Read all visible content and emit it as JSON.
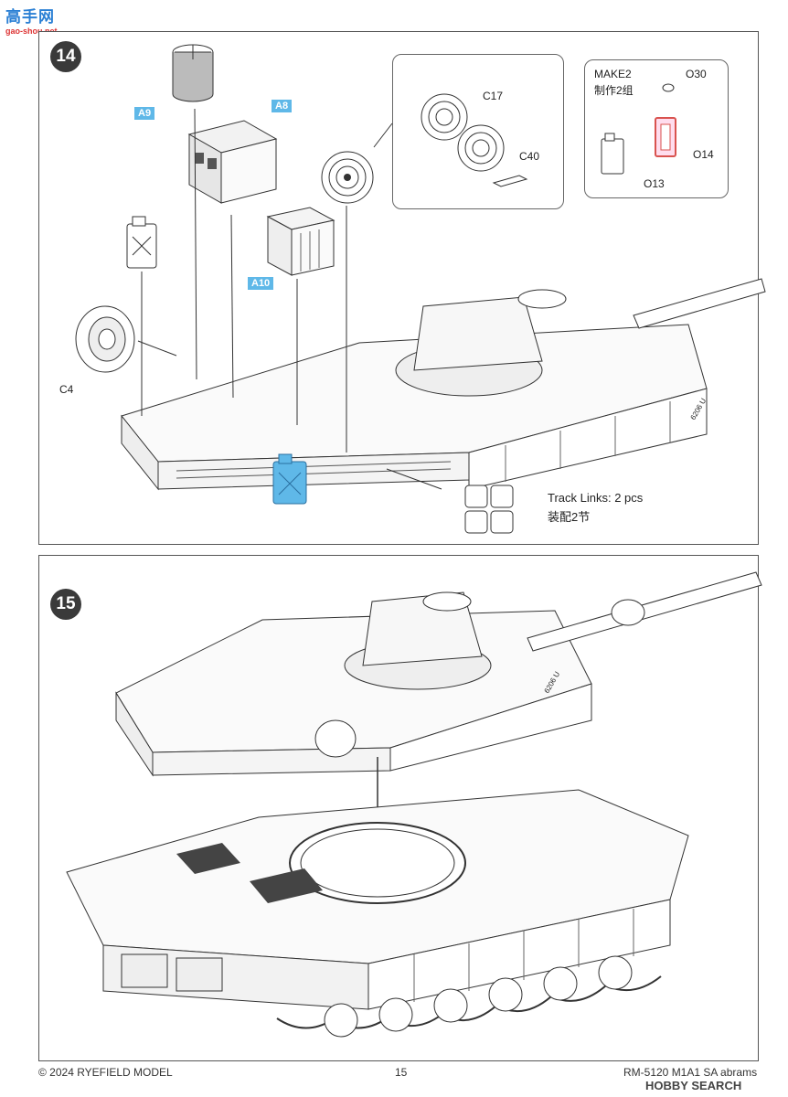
{
  "watermark_top": {
    "text": "高手网",
    "sub": "gao-shou.net"
  },
  "step14": {
    "number": "14",
    "tags": {
      "a9": "A9",
      "a8": "A8",
      "a10": "A10"
    },
    "labels": {
      "c4": "C4",
      "c17": "C17",
      "c40": "C40",
      "o30": "O30",
      "o14": "O14",
      "o13": "O13",
      "make2": "MAKE2",
      "make2_cn": "制作2组",
      "track_links": "Track Links: 2 pcs",
      "track_links_cn": "装配2节",
      "hull_number": "6206 U"
    }
  },
  "step15": {
    "number": "15",
    "hull_number": "6206 U"
  },
  "footer": {
    "copyright": "© 2024 RYEFIELD MODEL",
    "page": "15",
    "product": "RM-5120 M1A1 SA abrams"
  },
  "watermark_bottom": {
    "brand": "HOBBY SEARCH"
  },
  "colors": {
    "accent_blue": "#5fb8e8",
    "part_red": "#d9534f",
    "badge": "#3a3a3a"
  }
}
